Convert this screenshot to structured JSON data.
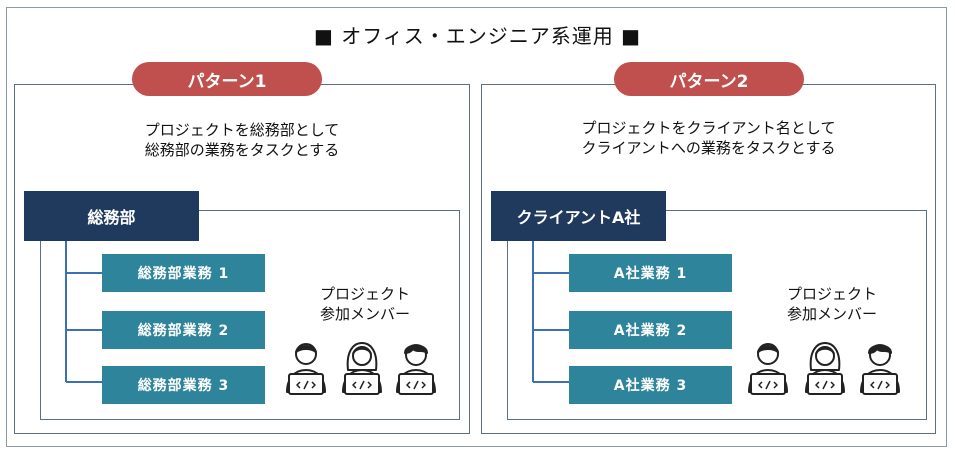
{
  "title": "■ オフィス・エンジニア系運用 ■",
  "patterns": [
    {
      "label": "パターン1",
      "desc_line1": "プロジェクトを総務部として",
      "desc_line2": "総務部の業務をタスクとする",
      "dept": "総務部",
      "tasks": [
        "総務部業務 1",
        "総務部業務 2",
        "総務部業務 3"
      ],
      "members_line1": "プロジェクト",
      "members_line2": "参加メンバー"
    },
    {
      "label": "パターン2",
      "desc_line1": "プロジェクトをクライアント名として",
      "desc_line2": "クライアントへの業務をタスクとする",
      "dept": "クライアントA社",
      "tasks": [
        "A社業務 1",
        "A社業務 2",
        "A社業務 3"
      ],
      "members_line1": "プロジェクト",
      "members_line2": "参加メンバー"
    }
  ],
  "colors": {
    "pill": "#c0504d",
    "dept": "#1f3a5c",
    "task": "#2e849a",
    "connector": "#3b6fb6"
  },
  "icons": [
    "developer-person-icon",
    "developer-person-icon",
    "developer-person-icon"
  ]
}
